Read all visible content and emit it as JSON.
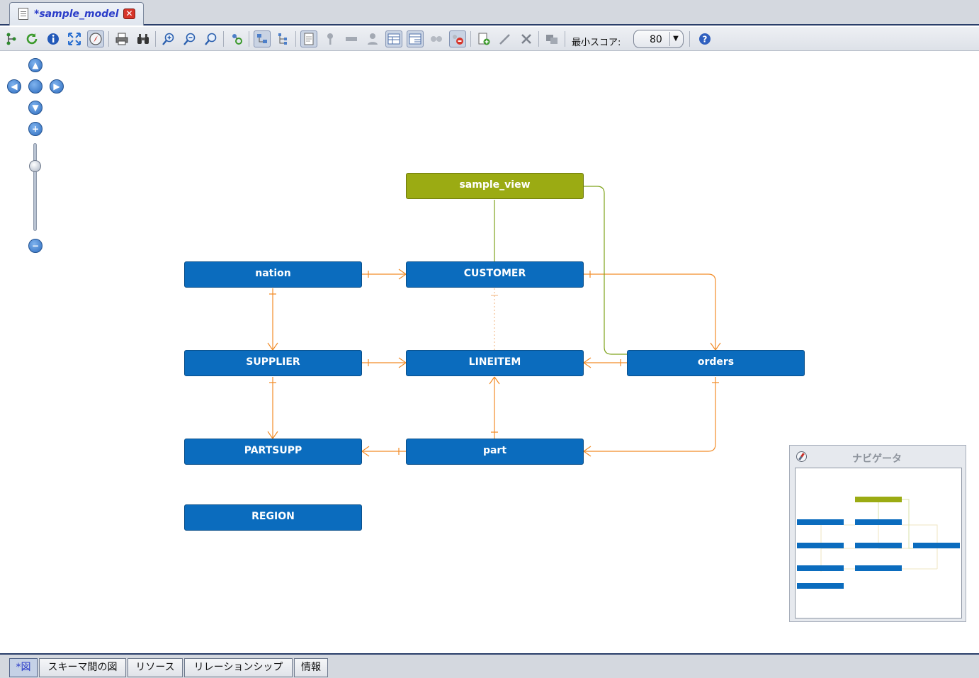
{
  "document_tab": {
    "title": "*sample_model",
    "close_icon": "close-icon"
  },
  "toolbar": {
    "icons": [
      "tree-icon",
      "refresh-icon",
      "info-icon",
      "fit-icon",
      "compass-icon",
      "print-icon",
      "find-icon",
      "zoom-in-icon",
      "zoom-out-icon",
      "zoom-reset-icon",
      "layout-icon",
      "diagram-mode-icon",
      "hierarchy-icon",
      "page-icon",
      "key-icon",
      "column-icon",
      "user-icon",
      "table-view-icon",
      "table-view-2-icon",
      "link-icon",
      "remove-link-icon",
      "add-page-icon",
      "pencil-icon",
      "delete-icon",
      "group-icon",
      "help-icon"
    ],
    "min_score_label": "最小スコア:",
    "min_score_value": "80",
    "dropdown_arrow": "▼"
  },
  "navigation": {
    "pan_up": "▲",
    "pan_left": "◀",
    "pan_center": "",
    "pan_right": "▶",
    "pan_down": "▼",
    "zoom_in": "+",
    "zoom_out": "−",
    "zoom_level": 0.8
  },
  "diagram": {
    "views": [
      {
        "name": "sample_view"
      }
    ],
    "tables": [
      {
        "name": "nation"
      },
      {
        "name": "CUSTOMER"
      },
      {
        "name": "SUPPLIER"
      },
      {
        "name": "LINEITEM"
      },
      {
        "name": "orders"
      },
      {
        "name": "PARTSUPP"
      },
      {
        "name": "part"
      },
      {
        "name": "REGION"
      }
    ],
    "relationship_color": "#f28c28",
    "view_link_color": "#7fa31c",
    "table_color": "#0b6cbe",
    "view_color": "#9bab13"
  },
  "navigator": {
    "title": "ナビゲータ"
  },
  "bottom_tabs": [
    {
      "label": "*図",
      "selected": true
    },
    {
      "label": "スキーマ間の図",
      "selected": false
    },
    {
      "label": "リソース",
      "selected": false
    },
    {
      "label": "リレーションシップ",
      "selected": false
    },
    {
      "label": "情報",
      "selected": false
    }
  ]
}
